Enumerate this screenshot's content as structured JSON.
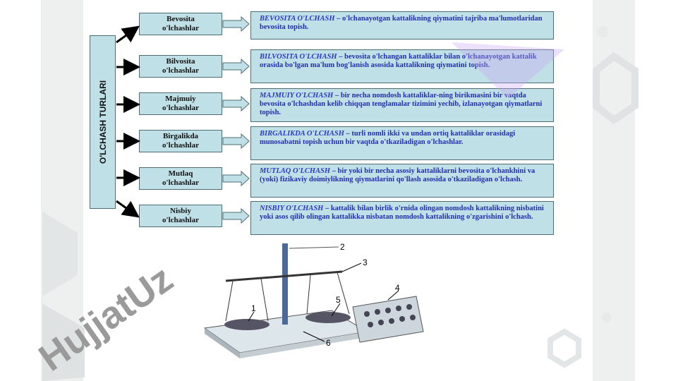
{
  "side_title": "O'LCHASH TURLARI",
  "types": [
    {
      "label_1": "Bevosita",
      "label_2": "o'lchashlar",
      "term": "BEVOSITA O'LCHASH",
      "definition": " – o'lchanayotgan kattalikning qiymatini tajriba  ma'lumotlaridan bevosita topish."
    },
    {
      "label_1": "Bilvosita",
      "label_2": "o'lchashlar",
      "term": "BILVOSITA O'LCHASH",
      "definition": " – bevosita o'lchangan kattaliklar bilan o'lchanayotgan kattalik orasida bo'lgan ma'lum bog'lanish asosida kattalikning qiymatini topish."
    },
    {
      "label_1": "Majmuiy",
      "label_2": "o'lchashlar",
      "term": "MAJMUIY O'LCHASH",
      "definition": " – bir necha nomdosh kattaliklar-ning birikmasini bir vaqtda bevosita o'lchashdan kelib chiqqan tenglamalar tizimini yechib, izlanayotgan qiymatlarni topish."
    },
    {
      "label_1": "Birgalikda",
      "label_2": "o'lchashlar",
      "term": "BIRGALIKDA O'LCHASH",
      "definition": " – turli nomli ikki va undan ortiq kattaliklar orasidagi munosabatni topish uchun bir vaqtda o'tkaziladigan o'lchashlar."
    },
    {
      "label_1": "Mutlaq",
      "label_2": "o'lchashlar",
      "term": "MUTLAQ O'LCHASH",
      "definition": " – bir yoki bir necha asosiy kattaliklarni bevosita o'lchankhini va (yoki) fizikaviy doimiylikning qiymatlarini qo'llash asosida o'tkaziladigan o'lchash."
    },
    {
      "label_1": "Nisbiy",
      "label_2": "o'lchashlar",
      "term": "NISBIY O'LCHASH",
      "definition": " – kattalik bilan birlik o'rnida olingan nomdosh kattalikning nisbatini yoki asos qilib olingan kattalikka nisbatan nomdosh kattalikning o'zgarishini o'lchash."
    }
  ],
  "figure_labels": [
    "1",
    "2",
    "3",
    "4",
    "5",
    "6"
  ],
  "watermark": "HujjatUz"
}
